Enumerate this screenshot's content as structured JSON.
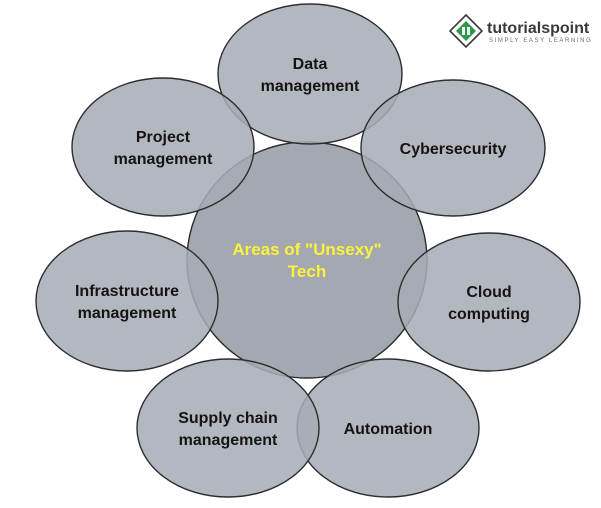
{
  "logo": {
    "name": "tutorialspoint",
    "tagline": "SIMPLY EASY LEARNING"
  },
  "diagram": {
    "center": {
      "lines": [
        "Areas of \"Unsexy\"",
        "Tech"
      ]
    },
    "nodes": [
      {
        "id": "data-management",
        "lines": [
          "Data",
          "management"
        ]
      },
      {
        "id": "cybersecurity",
        "lines": [
          "Cybersecurity"
        ]
      },
      {
        "id": "cloud-computing",
        "lines": [
          "Cloud",
          "computing"
        ]
      },
      {
        "id": "automation",
        "lines": [
          "Automation"
        ]
      },
      {
        "id": "supply-chain-management",
        "lines": [
          "Supply chain",
          "management"
        ]
      },
      {
        "id": "infrastructure-management",
        "lines": [
          "Infrastructure",
          "management"
        ]
      },
      {
        "id": "project-management",
        "lines": [
          "Project",
          "management"
        ]
      }
    ]
  },
  "colors": {
    "circle_fill": "#A6ABB4",
    "circle_stroke": "#2B2D31",
    "center_text": "#FFF23A",
    "node_text": "#141414"
  }
}
